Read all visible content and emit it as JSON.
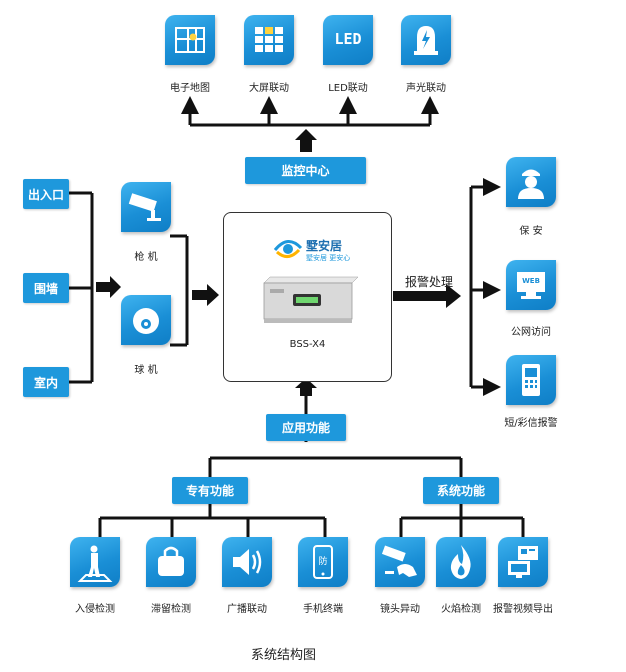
{
  "top_outputs": [
    {
      "label": "电子地图",
      "icon": "map-icon"
    },
    {
      "label": "大屏联动",
      "icon": "video-wall-icon"
    },
    {
      "label": "LED联动",
      "icon": "led-icon",
      "icon_text": "LED"
    },
    {
      "label": "声光联动",
      "icon": "siren-icon"
    }
  ],
  "monitor_center": "监控中心",
  "zones": [
    "出入口",
    "围墙",
    "室内"
  ],
  "cameras": [
    {
      "label": "枪 机",
      "icon": "bullet-camera-icon"
    },
    {
      "label": "球 机",
      "icon": "dome-camera-icon"
    }
  ],
  "center_device": {
    "brand": "墅安居",
    "slogan": "墅安居 更安心",
    "model": "BSS-X4"
  },
  "alarm_processing": "报警处理",
  "alarm_outputs": [
    {
      "label": "保 安",
      "icon": "security-guard-icon"
    },
    {
      "label": "公网访问",
      "icon": "web-browser-icon",
      "icon_text": "WEB"
    },
    {
      "label": "短/彩信报警",
      "icon": "mobile-phone-icon"
    }
  ],
  "app_functions": "应用功能",
  "dedicated_functions": "专有功能",
  "system_functions": "系统功能",
  "dedicated_items": [
    {
      "label": "入侵检测",
      "icon": "intrusion-person-icon"
    },
    {
      "label": "滞留检测",
      "icon": "bag-icon"
    },
    {
      "label": "广播联动",
      "icon": "speaker-icon"
    },
    {
      "label": "手机终端",
      "icon": "phone-terminal-icon",
      "icon_text": "防"
    }
  ],
  "system_items": [
    {
      "label": "镜头异动",
      "icon": "camera-tamper-icon"
    },
    {
      "label": "火焰检测",
      "icon": "flame-icon"
    },
    {
      "label": "报警视频导出",
      "icon": "video-export-icon"
    }
  ],
  "caption": "系统结构图",
  "colors": {
    "accent": "#1e98dc",
    "line": "#111111"
  }
}
